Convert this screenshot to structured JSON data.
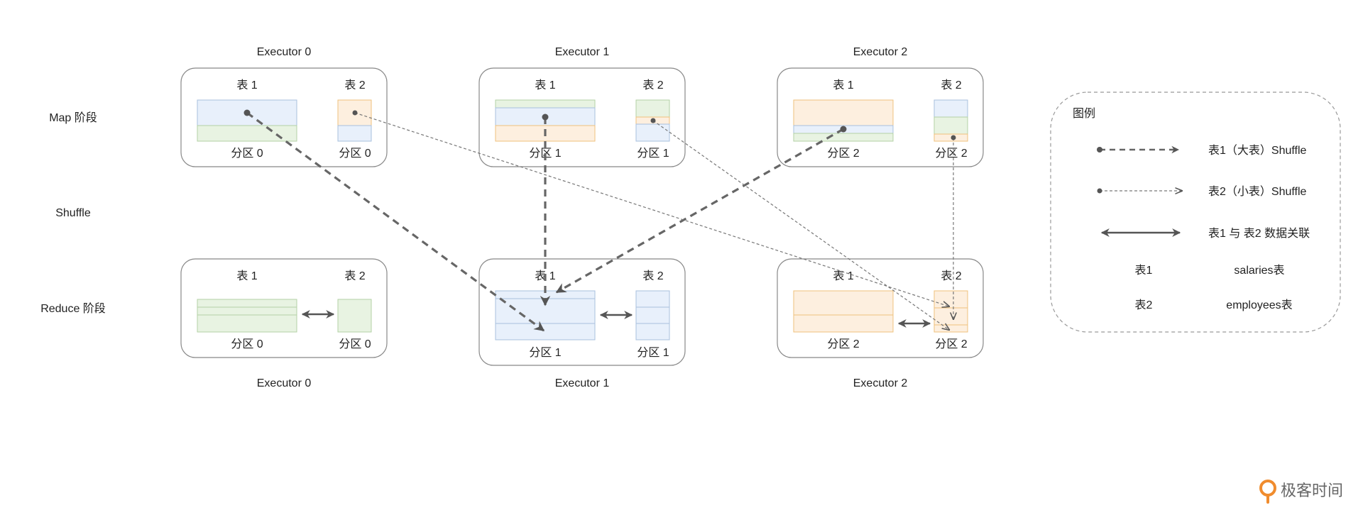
{
  "executors_top": [
    "Executor 0",
    "Executor 1",
    "Executor 2"
  ],
  "executors_bottom": [
    "Executor 0",
    "Executor 1",
    "Executor 2"
  ],
  "stages": {
    "map": "Map 阶段",
    "shuffle": "Shuffle",
    "reduce": "Reduce 阶段"
  },
  "table_labels": {
    "t1": "表 1",
    "t2": "表 2"
  },
  "map_partitions": [
    {
      "t1": "分区 0",
      "t2": "分区 0"
    },
    {
      "t1": "分区 1",
      "t2": "分区 1"
    },
    {
      "t1": "分区 2",
      "t2": "分区 2"
    }
  ],
  "reduce_partitions": [
    {
      "t1": "分区 0",
      "t2": "分区 0"
    },
    {
      "t1": "分区 1",
      "t2": "分区 1"
    },
    {
      "t1": "分区 2",
      "t2": "分区 2"
    }
  ],
  "legend": {
    "title": "图例",
    "shuffle_big": "表1（大表）Shuffle",
    "shuffle_small": "表2（小表）Shuffle",
    "join": "表1 与 表2 数据关联",
    "t1_key": "表1",
    "t1_value": "salaries表",
    "t2_key": "表2",
    "t2_value": "employees表"
  },
  "brand": "极客时间",
  "colors": {
    "blue_fill": "#e8f0fb",
    "blue_stroke": "#a9c0de",
    "green_fill": "#e8f3e2",
    "green_stroke": "#b3d1a5",
    "orange_fill": "#fdefdf",
    "orange_stroke": "#efc27c",
    "box_stroke": "#888888",
    "arrow": "#666666",
    "brand": "#f08c2e"
  }
}
